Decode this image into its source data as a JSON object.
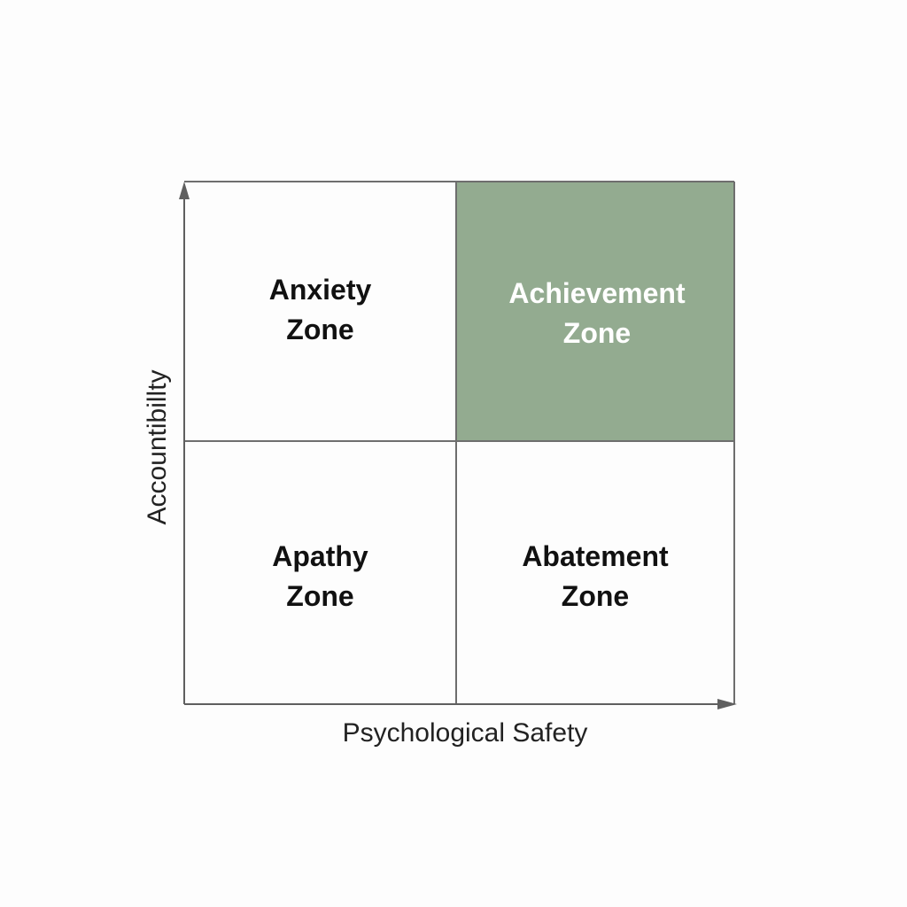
{
  "diagram": {
    "type": "2x2-quadrant-matrix",
    "axes": {
      "x_label": "Psychological Safety",
      "y_label": "Accountibillty"
    },
    "quadrants": {
      "top_left": {
        "label": "Anxiety\nZone",
        "highlighted": false
      },
      "top_right": {
        "label": "Achievement\nZone",
        "highlighted": true
      },
      "bottom_left": {
        "label": "Apathy\nZone",
        "highlighted": false
      },
      "bottom_right": {
        "label": "Abatement\nZone",
        "highlighted": false
      }
    },
    "colors": {
      "highlight_fill": "#93ab90",
      "grid_line": "#6e6e6e",
      "axis_arrow": "#5f5f5f",
      "text_dark": "#111111",
      "text_light": "#ffffff",
      "background": "#fdfdfd"
    }
  }
}
